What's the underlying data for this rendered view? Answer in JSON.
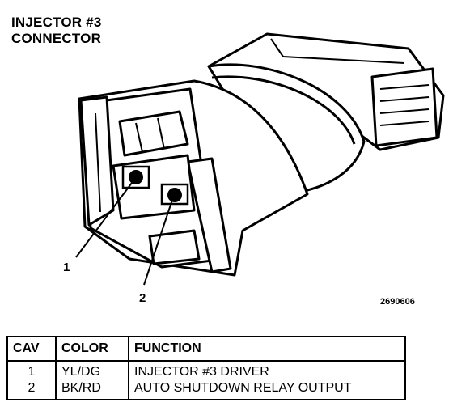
{
  "title_lines": [
    "INJECTOR #3",
    "CONNECTOR"
  ],
  "callouts": [
    "1",
    "2"
  ],
  "figure_id": "2690606",
  "table": {
    "headers": [
      "CAV",
      "COLOR",
      "FUNCTION"
    ],
    "rows": [
      {
        "cav": "1",
        "color": "YL/DG",
        "function": "INJECTOR #3 DRIVER"
      },
      {
        "cav": "2",
        "color": "BK/RD",
        "function": "AUTO SHUTDOWN RELAY OUTPUT"
      }
    ]
  }
}
